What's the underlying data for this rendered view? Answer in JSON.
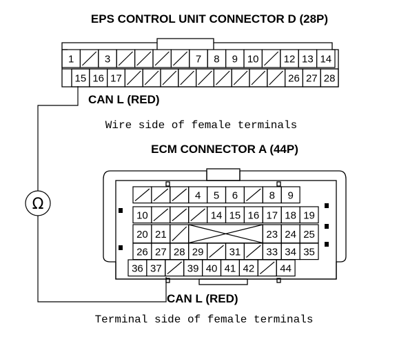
{
  "connector_d": {
    "title": "EPS CONTROL UNIT CONNECTOR D (28P)",
    "row1": [
      "1",
      "",
      "3",
      "",
      "",
      "",
      "",
      "7",
      "8",
      "9",
      "10",
      "",
      "12",
      "13",
      "14"
    ],
    "row2": [
      "15",
      "16",
      "17",
      "",
      "",
      "",
      "",
      "",
      "",
      "",
      "",
      "",
      "26",
      "27",
      "28"
    ],
    "probe_label": "CAN L (RED)",
    "caption": "Wire side of female terminals"
  },
  "connector_a": {
    "title": "ECM CONNECTOR A (44P)",
    "row1": [
      "",
      "",
      "",
      "4",
      "5",
      "6",
      "",
      "8",
      "9"
    ],
    "row2": [
      "10",
      "",
      "",
      "",
      "14",
      "15",
      "16",
      "17",
      "18",
      "19"
    ],
    "row3_left": [
      "20",
      "21",
      ""
    ],
    "row3_right": [
      "23",
      "24",
      "25"
    ],
    "row4": [
      "26",
      "27",
      "28",
      "29",
      "",
      "31",
      "",
      "33",
      "34",
      "35"
    ],
    "row5": [
      "36",
      "37",
      "",
      "39",
      "40",
      "41",
      "42",
      "",
      "44"
    ],
    "probe_label": "CAN L (RED)",
    "caption": "Terminal side of female terminals"
  },
  "meter": {
    "symbol": "Ω"
  }
}
